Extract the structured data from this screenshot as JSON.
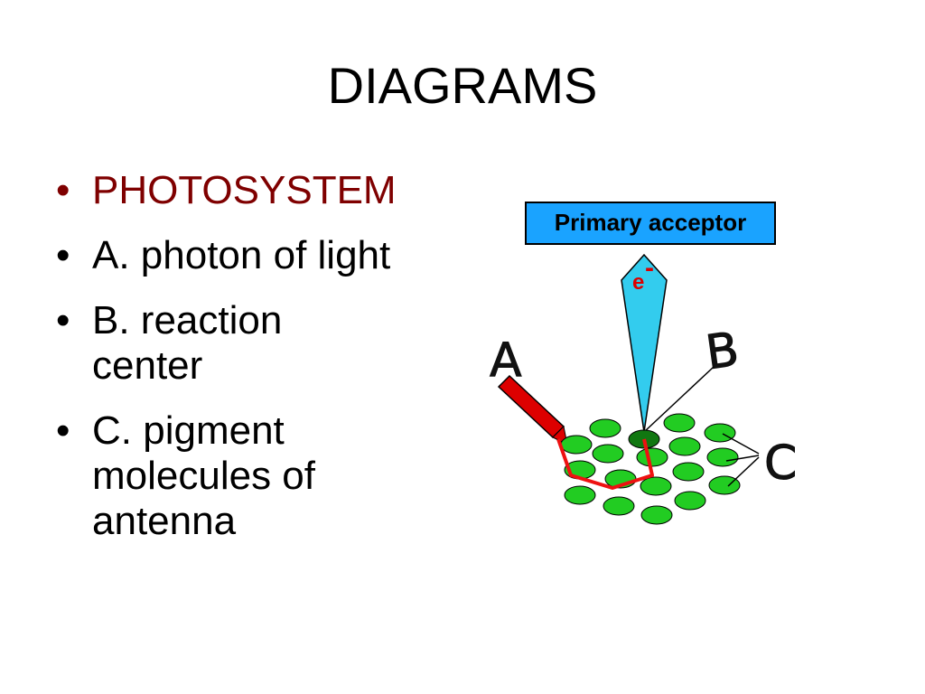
{
  "slide": {
    "title": "DIAGRAMS",
    "bullets": [
      {
        "lines": [
          "PHOTOSYSTEM"
        ],
        "color": "#7f0000"
      },
      {
        "lines": [
          "A. photon of light"
        ]
      },
      {
        "lines": [
          "B. reaction",
          "center"
        ]
      },
      {
        "lines": [
          "C. pigment",
          "molecules of",
          "antenna"
        ]
      }
    ]
  },
  "diagram": {
    "acceptor_label": "Primary acceptor",
    "electron_label": "e",
    "electron_charge": "-",
    "label_a": "A",
    "label_b": "B",
    "label_c": "C",
    "colors": {
      "acceptor_box": "#1aa3ff",
      "electron_arrow": "#33ccee",
      "photon_arrow": "#dd0000",
      "pigment": "#22cc22",
      "reaction_center": "#117711",
      "energy_path": "#ee1111"
    }
  }
}
